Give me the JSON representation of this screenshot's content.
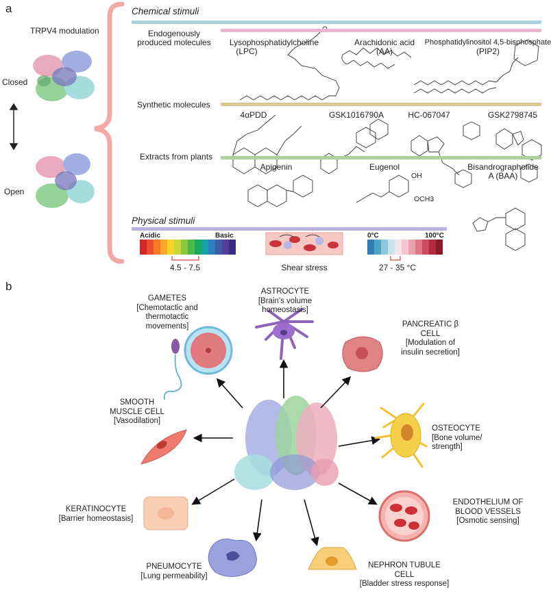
{
  "panel_a": {
    "letter": "a",
    "modulation_title": "TRPV4 modulation",
    "closed_label": "Closed",
    "open_label": "Open",
    "chemical_title": "Chemical stimuli",
    "endogenous_label": [
      "Endogenously",
      "produced molecules"
    ],
    "endogenous": [
      {
        "name": "Lysophosphatidylcholine",
        "abbr": "(LPC)"
      },
      {
        "name": "Arachidonic acid",
        "abbr": "(AA)"
      },
      {
        "name": "Phosphatidylinositol 4,5-bisphosphate",
        "abbr": "(PIP2)"
      }
    ],
    "synthetic_label": "Synthetic molecules",
    "synthetic": [
      "4αPDD",
      "GSK1016790A",
      "HC-067047",
      "GSK2798745"
    ],
    "plants_label": "Extracts from plants",
    "plants": [
      {
        "name": "Apigenin",
        "abbr": ""
      },
      {
        "name": "Eugenol",
        "abbr": ""
      },
      {
        "name": "Bisandrographolide",
        "abbr": "A (BAA)"
      }
    ],
    "chem_labels": {
      "oh": "OH",
      "och3": "OCH3"
    },
    "physical_title": "Physical stimuli",
    "ph": {
      "acidic": "Acidic",
      "basic": "Basic",
      "range": "4.5 - 7.5"
    },
    "shear": {
      "label": "Shear stress"
    },
    "temp": {
      "low": "0°C",
      "high": "100°C",
      "range": "27 - 35 °C"
    },
    "colors": {
      "chemical_bar": "#a7d3dc",
      "endogenous_bar": "#eeb3cf",
      "synthetic_bar": "#dcc58f",
      "plants_bar": "#a9d39a",
      "physical_bar": "#b9b4df",
      "bracket": "#f0aaa5"
    }
  },
  "panel_b": {
    "letter": "b",
    "cells": {
      "astrocyte": [
        "ASTROCYTE",
        "[Brain's volume",
        "homeostasis]"
      ],
      "gametes": [
        "GAMETES",
        "[Chemotactic and",
        "thermotactic",
        "movements]"
      ],
      "pancreatic": [
        "PANCREATIC β",
        "CELL",
        "[Modulation of",
        "insulin secretion]"
      ],
      "smooth": [
        "SMOOTH",
        "MUSCLE CELL",
        "[Vasodilation]"
      ],
      "osteocyte": [
        "OSTEOCYTE",
        "[Bone volume/",
        "strength]"
      ],
      "keratinocyte": [
        "KERATINOCYTE",
        "[Barrier homeostasis]"
      ],
      "endothelium": [
        "ENDOTHELIUM OF",
        "BLOOD VESSELS",
        "[Osmotic sensing]"
      ],
      "pneumocyte": [
        "PNEUMOCYTE",
        "[Lung permeability]"
      ],
      "nephron": [
        "NEPHRON TUBULE",
        "CELL",
        "[Bladder stress response]"
      ]
    }
  }
}
